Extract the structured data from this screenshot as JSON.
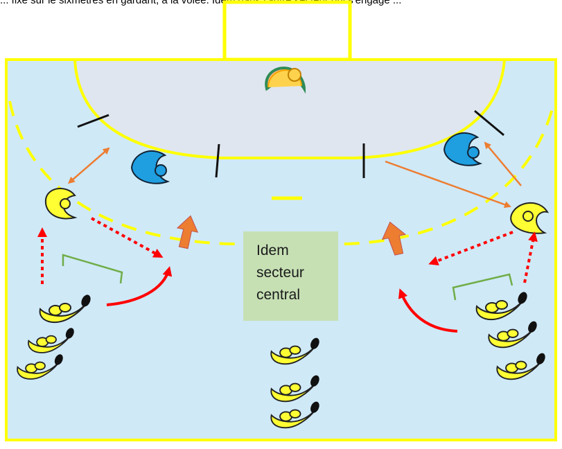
{
  "top_text": "... fixe sur le sixmètres en gardant, à la volée. Idem dans l'autre secteur qui s'engage ...",
  "label": {
    "line1": "Idem",
    "line2": "secteur",
    "line3": "central"
  },
  "colors": {
    "court": "#cfe9f7",
    "goal_area": "#dfe6ef",
    "lines": "#ffff00",
    "attacker": "#ffff33",
    "defender": "#1f9ee0",
    "pass_arrow": "#ed7d31",
    "run_arrow": "#ff0000",
    "screen_bracket": "#70ad47",
    "label_box": "#c6e0b4"
  }
}
